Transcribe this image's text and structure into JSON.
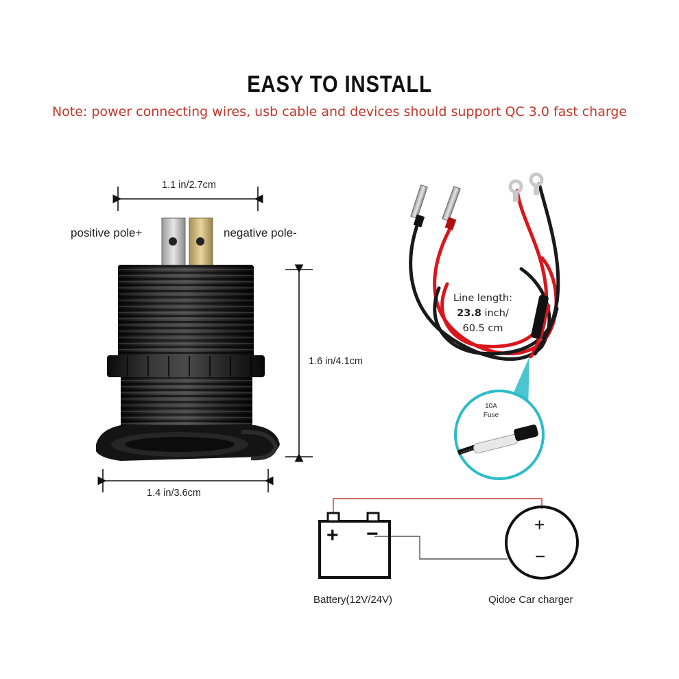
{
  "title": "EASY TO INSTALL",
  "note": "Note: power connecting wires, usb cable and devices should support QC 3.0 fast charge",
  "dimensions": {
    "width_top": "1.1 in/2.7cm",
    "height": "1.6 in/4.1cm",
    "width_bottom": "1.4 in/3.6cm"
  },
  "poles": {
    "positive": "positive pole+",
    "negative": "negative pole-"
  },
  "wire": {
    "line_length_label": "Line length:",
    "line_length_inch": "23.8",
    "line_length_inch_unit": " inch/",
    "line_length_cm": "60.5 cm"
  },
  "fuse": {
    "rating": "10A",
    "name": "Fuse"
  },
  "schematic": {
    "battery_label": "Battery(12V/24V)",
    "charger_label": "Qidoe Car charger",
    "plus_symbol": "+",
    "minus_symbol": "−"
  },
  "colors": {
    "note_red": "#c0392b",
    "wire_red": "#d9161c",
    "wire_black": "#1a1a1a",
    "fuse_callout": "#2bbcc8",
    "schematic_line": "#c0392b"
  }
}
